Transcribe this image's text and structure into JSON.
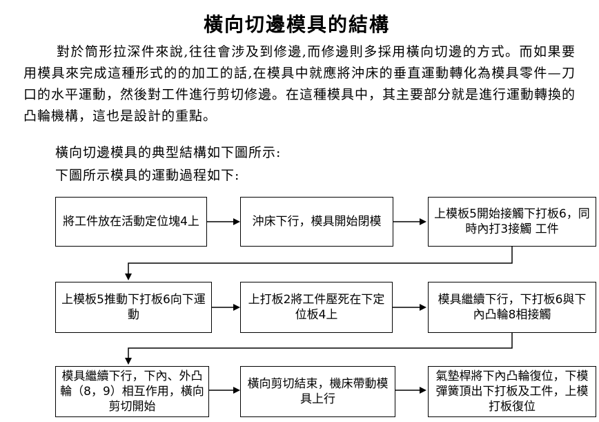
{
  "title": "橫向切邊模具的結構",
  "paragraphs": {
    "intro": "對於筒形拉深件來說,往往會涉及到修邊,而修邊則多採用橫向切邊的方式。而如果要用模具來完成這種形式的的加工的話,在模具中就應將沖床的垂直運動轉化為模具零件—刀口的水平運動，然後對工件進行剪切修邊。在這種模具中，其主要部分就是進行運動轉換的凸輪機構，這也是設計的重點。",
    "typical": "橫向切邊模具的典型結構如下圖所示:",
    "process": "下圖所示模具的運動過程如下:"
  },
  "flow": {
    "steps": [
      "將工件放在活動定位塊4上",
      "沖床下行，模具開始閉模",
      "上模板5開始接觸下打板6，同時內打3接觸  工件",
      "上模板5推動下打板6向下運動",
      "上打板2將工件壓死在下定位板4上",
      "模具繼續下行，下打板6與下內凸輪8相接觸",
      "模具繼續下行，下內、外凸輪（8，9）相互作用，橫向剪切開始",
      "橫向剪切結束，機床帶動模具上行",
      "氣墊桿將下內凸輪復位，下模彈簧頂出下打板及工件，上模打板復位"
    ]
  }
}
